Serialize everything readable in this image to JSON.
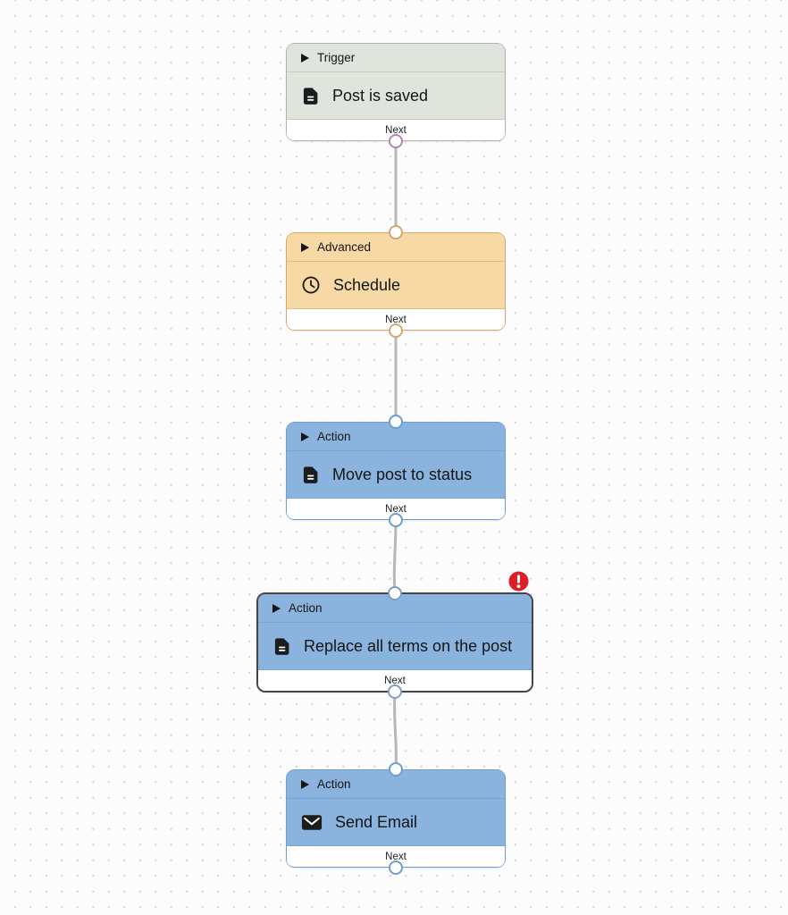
{
  "canvas": {
    "background_color": "#fcfcfd",
    "dot_color": "#d4d4d9",
    "edge_color": "#b7b7bb"
  },
  "workflow": {
    "nodes": [
      {
        "category": "Trigger",
        "title": "Post is saved",
        "icon": "document-icon",
        "footer_label": "Next",
        "type": "trigger",
        "has_error": false,
        "colors": {
          "fill": "#dfe4dd",
          "border": "#b2b2af",
          "divider": "#c4cbc3",
          "port": "#b184b4"
        }
      },
      {
        "category": "Advanced",
        "title": "Schedule",
        "icon": "clock-icon",
        "footer_label": "Next",
        "type": "advanced",
        "has_error": false,
        "colors": {
          "fill": "#f6d9a4",
          "border": "#d3a96b",
          "divider": "#e0bd80",
          "port": "#d3a96b"
        }
      },
      {
        "category": "Action",
        "title": "Move post to status",
        "icon": "document-icon",
        "footer_label": "Next",
        "type": "action",
        "has_error": false,
        "colors": {
          "fill": "#8ab4dd",
          "border": "#6e9ecd",
          "divider": "#79a6d0",
          "port": "#6e9ecd"
        }
      },
      {
        "category": "Action",
        "title": "Replace all terms on the post",
        "icon": "document-icon",
        "footer_label": "Next",
        "type": "action",
        "has_error": true,
        "error_badge": "exclamation-icon",
        "colors": {
          "fill": "#8ab4dd",
          "border": "#45454d",
          "divider": "#79a6d0",
          "port": "#7d9fc0",
          "error": "#dc1f26"
        }
      },
      {
        "category": "Action",
        "title": "Send Email",
        "icon": "envelope-icon",
        "footer_label": "Next",
        "type": "action",
        "has_error": false,
        "colors": {
          "fill": "#8ab4dd",
          "border": "#6e9ecd",
          "divider": "#79a6d0",
          "port": "#6e9ecd"
        }
      }
    ],
    "edges": [
      {
        "from": 0,
        "to": 1
      },
      {
        "from": 1,
        "to": 2
      },
      {
        "from": 2,
        "to": 3
      },
      {
        "from": 3,
        "to": 4
      }
    ]
  }
}
